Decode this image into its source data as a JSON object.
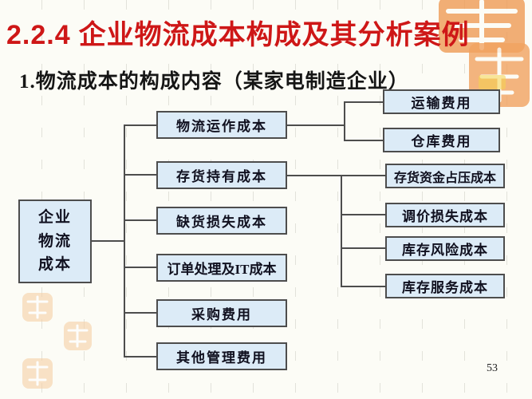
{
  "title": {
    "number": "2.2.4",
    "text": "企业物流成本构成及其分析案例",
    "color": "#ce1717"
  },
  "subtitle": "1.物流成本的构成内容（某家电制造企业）",
  "page_number": "53",
  "diagram": {
    "box_fill": "#dcebf7",
    "box_border": "#4d4d4d",
    "root": {
      "label": "企业物流成本",
      "lines": [
        "企业",
        "物流",
        "成本"
      ]
    },
    "middle": [
      {
        "label": "物流运作成本"
      },
      {
        "label": "存货持有成本"
      },
      {
        "label": "缺货损失成本"
      },
      {
        "label": "订单处理及IT成本"
      },
      {
        "label": "采购费用"
      },
      {
        "label": "其他管理费用"
      }
    ],
    "right_top": [
      {
        "label": "运输费用"
      },
      {
        "label": "仓库费用"
      }
    ],
    "right_bottom": [
      {
        "label": "存货资金占压成本"
      },
      {
        "label": "调价损失成本"
      },
      {
        "label": "库存风险成本"
      },
      {
        "label": "库存服务成本"
      }
    ]
  }
}
